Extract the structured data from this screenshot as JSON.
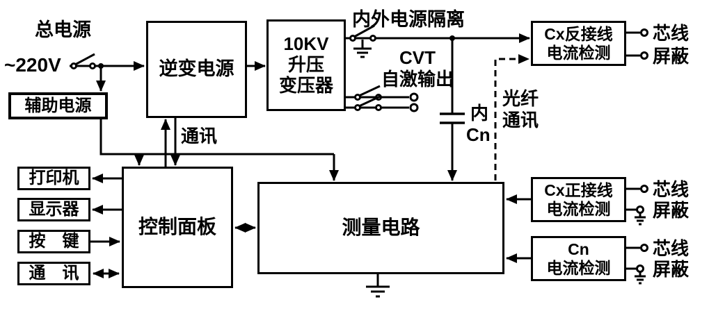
{
  "colors": {
    "ink": "#000000",
    "background": "#ffffff"
  },
  "power": {
    "source": "总电源",
    "voltage": "~220V",
    "aux": "辅助电源"
  },
  "blocks": {
    "inverter": "逆变电源",
    "transformer": [
      "10KV",
      "升压",
      "变压器"
    ],
    "cx_reverse": [
      "Cx反接线",
      "电流检测"
    ],
    "control_panel": "控制面板",
    "measurement": "测量电路",
    "cx_forward": [
      "Cx正接线",
      "电流检测"
    ],
    "cn_detect": [
      "Cn",
      "电流检测"
    ],
    "printer": "打印机",
    "display": "显示器",
    "keys": "按　键",
    "comm_port": "通　讯"
  },
  "annotations": {
    "isolation": "内外电源隔离",
    "cvt": [
      "CVT",
      "自激输出"
    ],
    "inner_cap": [
      "内",
      "Cn"
    ],
    "fiber": [
      "光纤",
      "通讯"
    ],
    "comm_link": "通讯"
  },
  "terminals": {
    "cx_reverse": {
      "core": "芯线",
      "shield": "屏蔽"
    },
    "cx_forward": {
      "core": "芯线",
      "shield": "屏蔽"
    },
    "cn": {
      "core": "芯线",
      "shield": "屏蔽"
    }
  }
}
